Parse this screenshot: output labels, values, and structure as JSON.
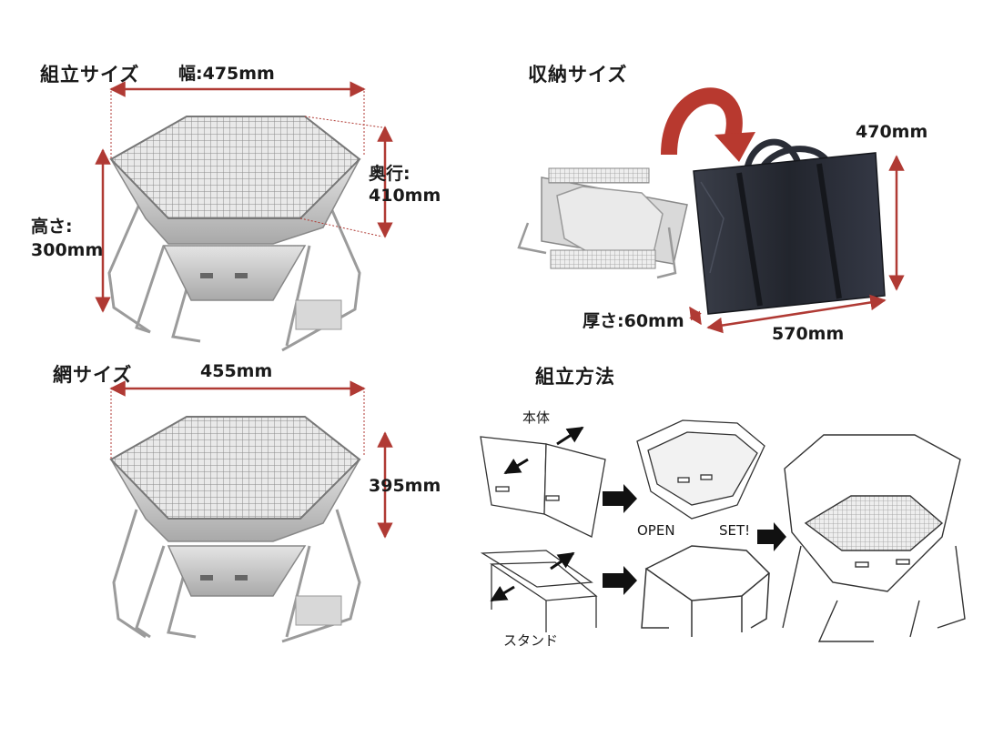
{
  "top_left": {
    "heading": "組立サイズ",
    "width_label": "幅:475mm",
    "depth_label_1": "奥行:",
    "depth_label_2": "410mm",
    "height_label_1": "高さ:",
    "height_label_2": "300mm"
  },
  "top_right": {
    "heading": "収納サイズ",
    "height_label": "470mm",
    "width_label": "570mm",
    "thickness_label": "厚さ:60mm"
  },
  "bottom_left": {
    "heading": "網サイズ",
    "width_label": "455mm",
    "depth_label": "395mm"
  },
  "bottom_right": {
    "heading": "組立方法",
    "body_label": "本体",
    "stand_label": "スタンド",
    "open_label": "OPEN",
    "set_label": "SET!"
  },
  "colors": {
    "dimension_red": "#b03a34",
    "metal": "#c9c9c9",
    "bag": "#2a2d36",
    "arrow_red": "#b8392f"
  }
}
